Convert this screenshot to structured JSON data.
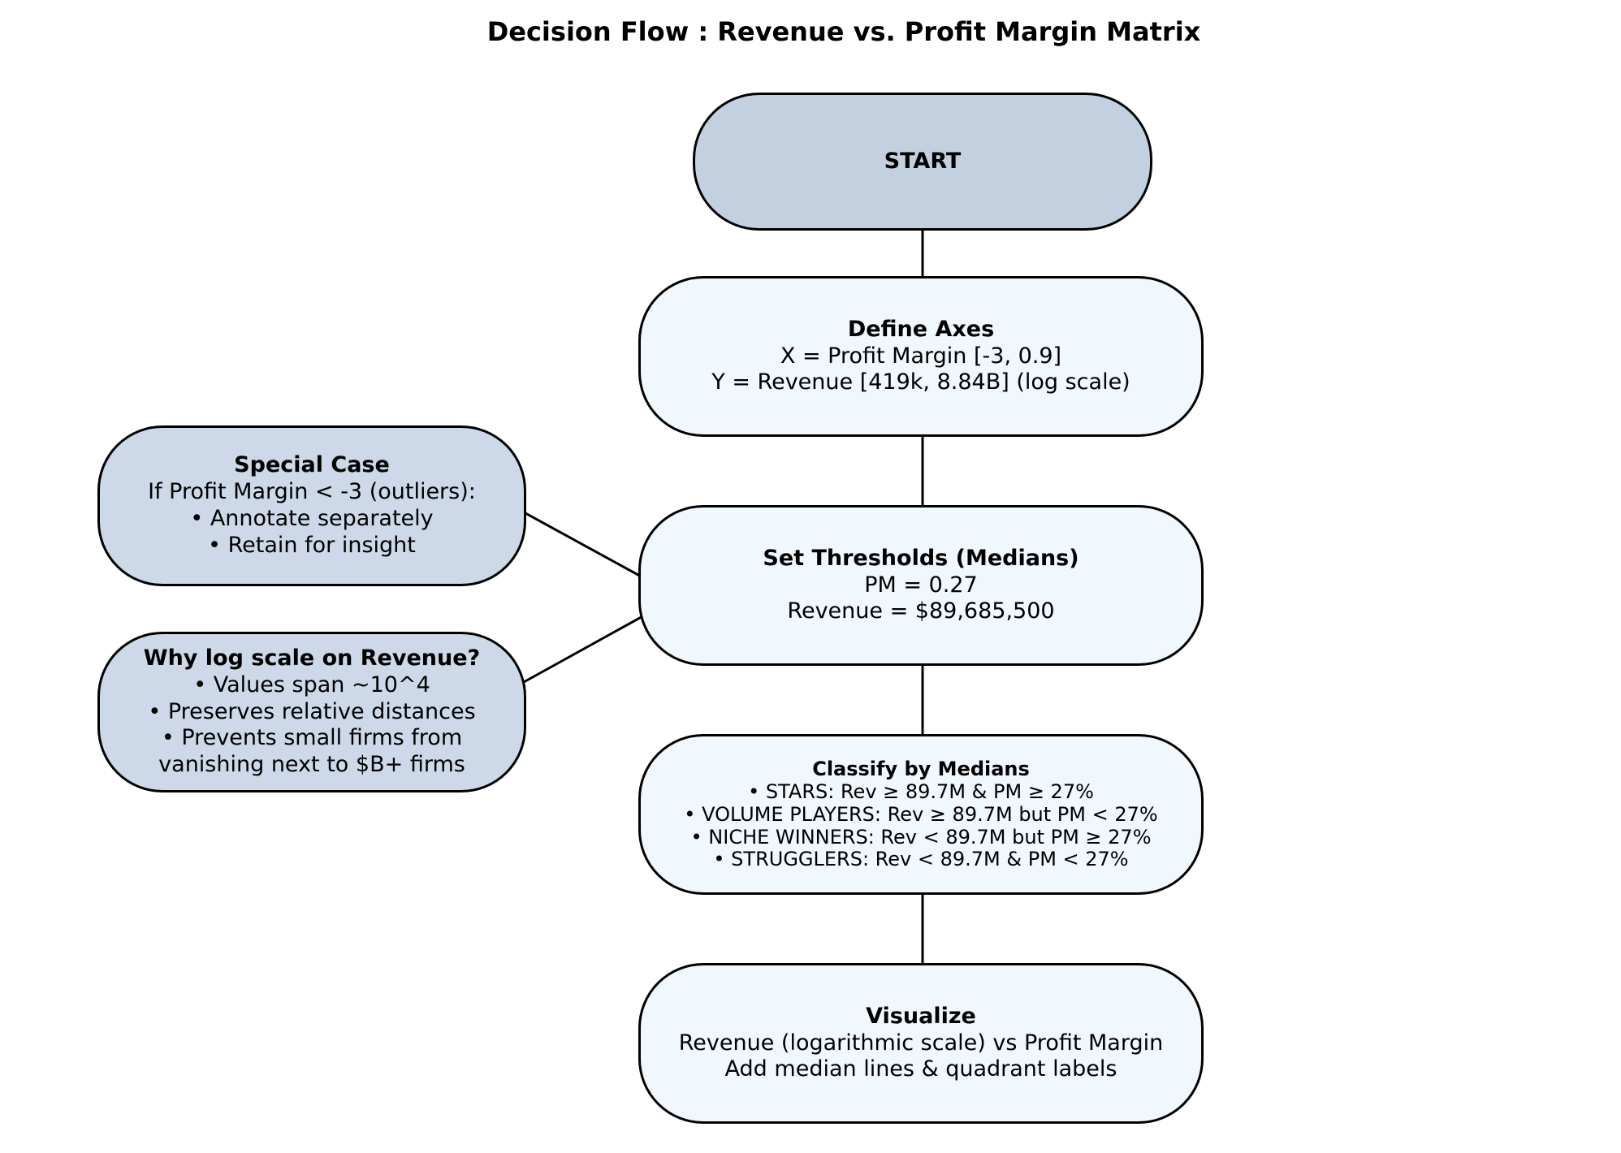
{
  "title": "Decision Flow : Revenue vs. Profit Margin Matrix",
  "nodes": {
    "start": {
      "label": "START"
    },
    "define_axes": {
      "heading": "Define Axes",
      "lines": [
        "X = Profit Margin [-3, 0.9]",
        "Y = Revenue [419k, 8.84B] (log scale)"
      ]
    },
    "thresholds": {
      "heading": "Set Thresholds (Medians)",
      "lines": [
        "PM = 0.27",
        "Revenue = $89,685,500"
      ]
    },
    "classify": {
      "heading": "Classify by Medians",
      "lines": [
        "• STARS: Rev ≥ 89.7M & PM ≥ 27%",
        "• VOLUME PLAYERS: Rev ≥ 89.7M but PM < 27%",
        "• NICHE WINNERS: Rev < 89.7M but PM ≥ 27%",
        "• STRUGGLERS: Rev < 89.7M & PM < 27%"
      ]
    },
    "visualize": {
      "heading": "Visualize",
      "lines": [
        "Revenue (logarithmic scale) vs Profit Margin",
        "Add median lines & quadrant labels"
      ]
    },
    "special_case": {
      "heading": "Special Case",
      "lines": [
        "If Profit Margin < -3 (outliers):",
        "• Annotate separately",
        "• Retain for insight"
      ]
    },
    "why_log": {
      "heading": "Why log scale on Revenue?",
      "lines": [
        "• Values span ~10^4",
        "• Preserves relative distances",
        "• Prevents small firms from",
        "vanishing next to $B+ firms"
      ]
    }
  },
  "colors": {
    "main_fill": "#f0f7fd",
    "side_fill": "#cdd9e8",
    "start_fill": "#c2d0e0",
    "stroke": "#000000"
  }
}
